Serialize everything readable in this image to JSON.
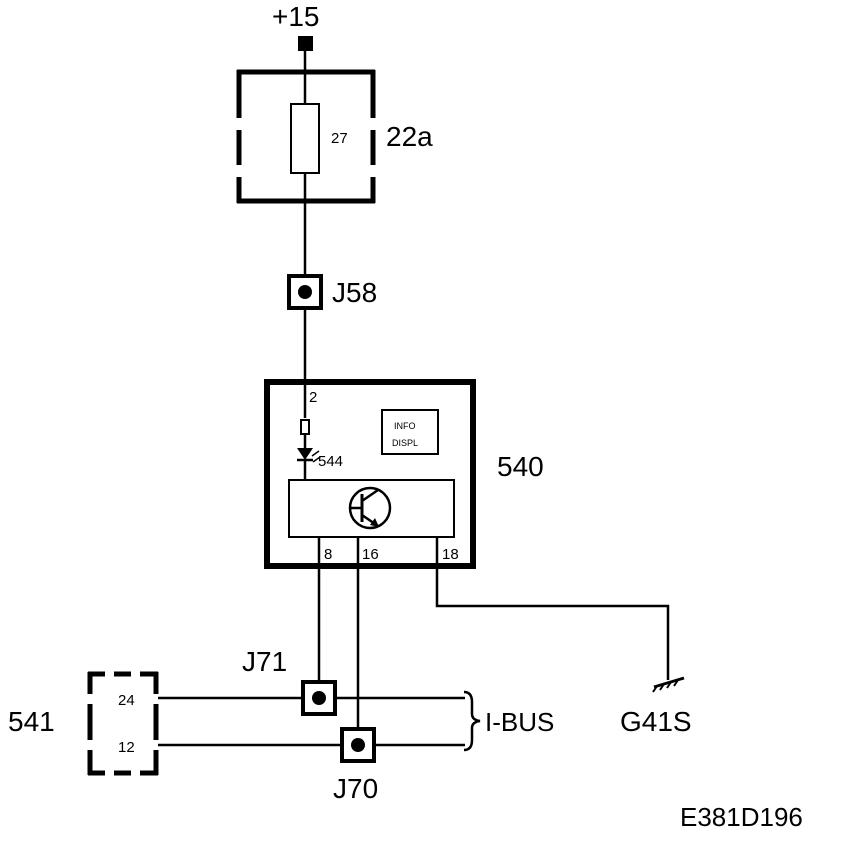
{
  "supply": {
    "label": "+15"
  },
  "fuse_box": {
    "label": "22a",
    "fuse_number": "27"
  },
  "junctions": {
    "j58": "J58",
    "j71": "J71",
    "j70": "J70"
  },
  "module_540": {
    "label": "540",
    "info_line1": "INFO",
    "info_line2": "DISPL",
    "pin_supply": "2",
    "led_label": "544",
    "pin_a": "8",
    "pin_b": "16",
    "pin_c": "18"
  },
  "module_541": {
    "label": "541",
    "pin_top": "24",
    "pin_bottom": "12"
  },
  "bus": {
    "label": "I-BUS"
  },
  "ground": {
    "label": "G41S"
  },
  "figure_id": "E381D196"
}
